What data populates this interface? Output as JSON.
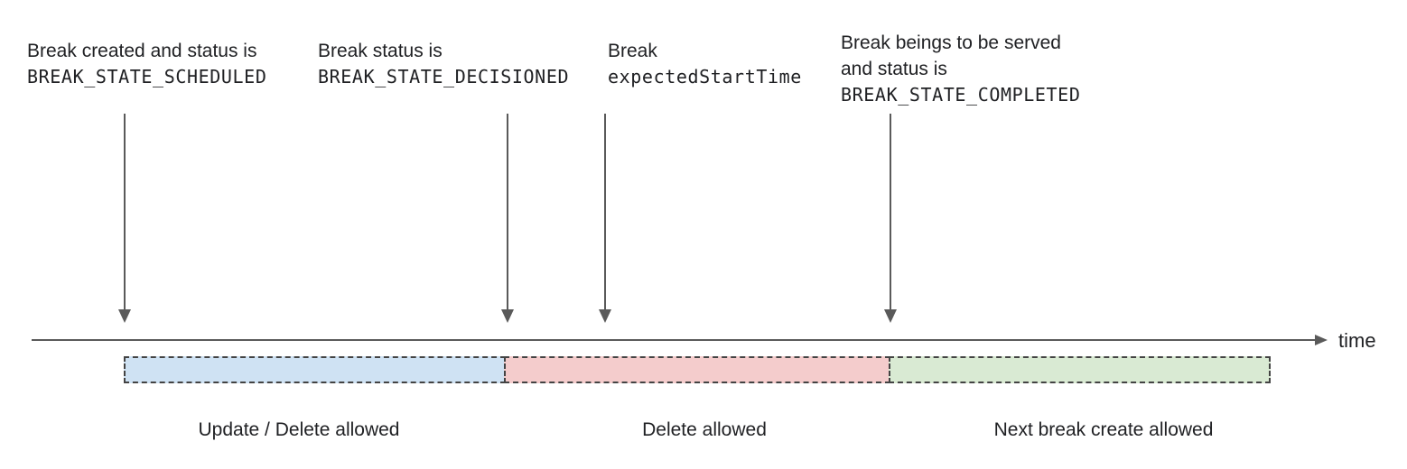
{
  "annotations": [
    {
      "line1": "Break created and status is",
      "code": "BREAK_STATE_SCHEDULED"
    },
    {
      "line1": "Break status is",
      "code": "BREAK_STATE_DECISIONED"
    },
    {
      "line1": "Break",
      "code": "expectedStartTime"
    },
    {
      "line1": "Break beings to be served",
      "line2": "and status is",
      "code": "BREAK_STATE_COMPLETED"
    }
  ],
  "timeline": {
    "axis_label": "time"
  },
  "segments": [
    {
      "label": "Update / Delete allowed",
      "fill": "#cfe2f3"
    },
    {
      "label": "Delete allowed",
      "fill": "#f4cccc"
    },
    {
      "label": "Next break create allowed",
      "fill": "#d9ead3"
    }
  ],
  "colors": {
    "arrow": "#5a5a5a",
    "segment_border": "#434343",
    "text": "#202124",
    "background": "#ffffff"
  }
}
